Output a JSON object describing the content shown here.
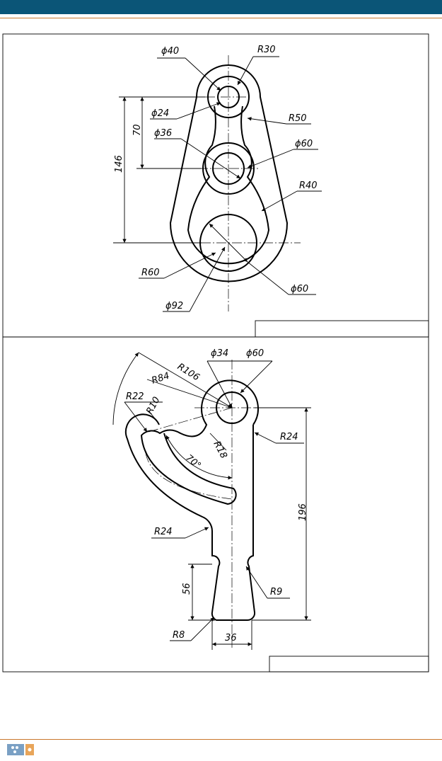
{
  "colors": {
    "header_bar": "#0b5577",
    "accent_line": "#c9782c",
    "logo_blue": "#7aa0c4",
    "logo_orange": "#e8a55a"
  },
  "drawing1": {
    "labels": {
      "d40": "ϕ40",
      "r30": "R30",
      "d24": "ϕ24",
      "r50": "R50",
      "dim70": "70",
      "d36": "ϕ36",
      "d60a": "ϕ60",
      "dim146": "146",
      "r40": "R40",
      "r60": "R60",
      "d60b": "ϕ60",
      "d92": "ϕ92"
    }
  },
  "drawing2": {
    "labels": {
      "d34": "ϕ34",
      "d60": "ϕ60",
      "r106": "R106",
      "r84": "R84",
      "r22": "R22",
      "r10": "R10",
      "r24a": "R24",
      "r18": "R18",
      "ang70": "70°",
      "dim196": "196",
      "r24b": "R24",
      "dim56": "56",
      "r9": "R9",
      "r8": "R8",
      "dim36": "36"
    }
  },
  "footer": {
    "logo_icon": "publisher-logo-icon"
  }
}
